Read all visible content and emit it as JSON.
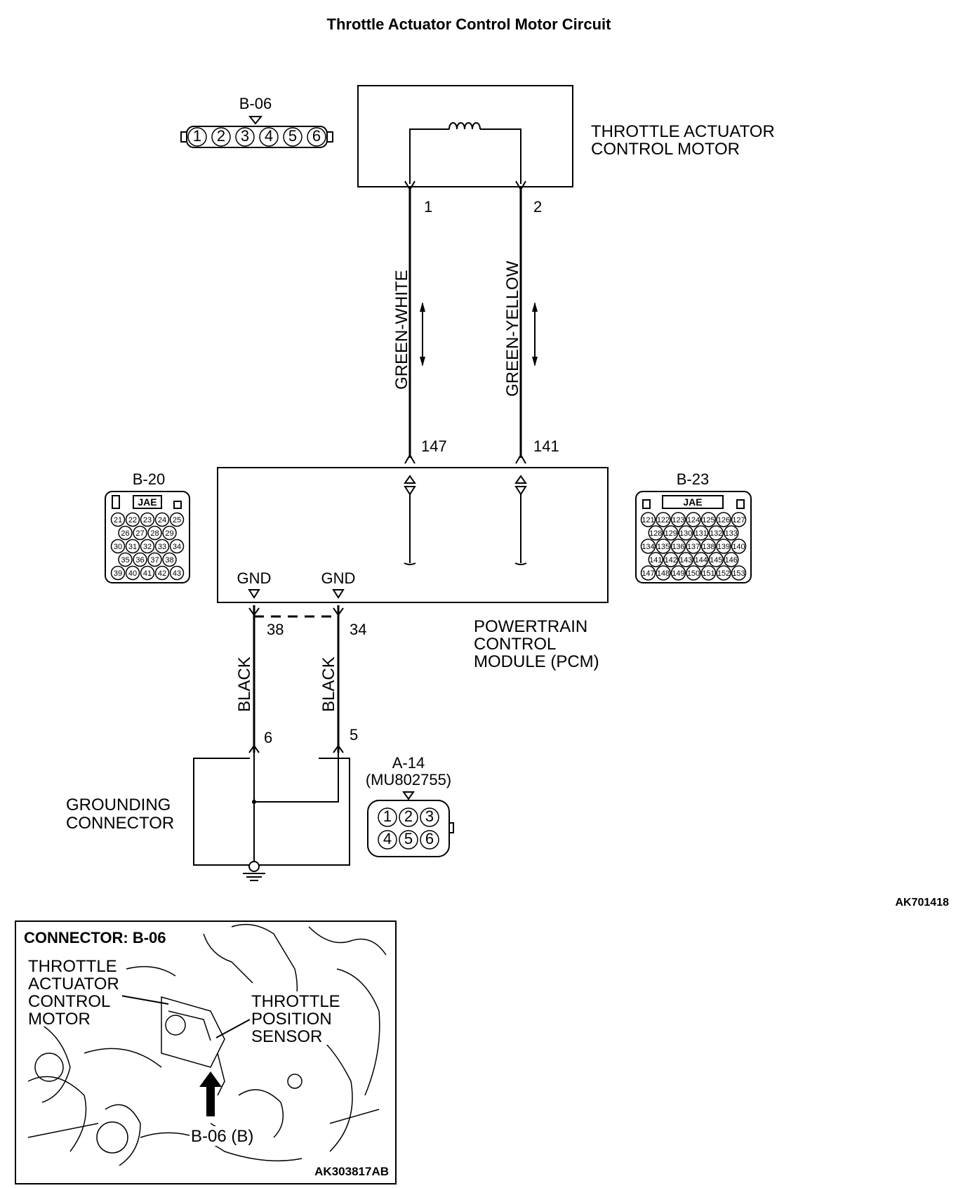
{
  "title": "Throttle Actuator Control Motor Circuit",
  "figure_id": "AK701418",
  "motor": {
    "label_line1": "THROTTLE ACTUATOR",
    "label_line2": "CONTROL MOTOR",
    "pin_left": "1",
    "pin_right": "2"
  },
  "wires": {
    "left_color": "GREEN-WHITE",
    "right_color": "GREEN-YELLOW",
    "gnd_left_color": "BLACK",
    "gnd_right_color": "BLACK"
  },
  "pcm": {
    "label_line1": "POWERTRAIN",
    "label_line2": "CONTROL",
    "label_line3": "MODULE (PCM)",
    "pin_left_signal": "147",
    "pin_right_signal": "141",
    "gnd_left_label": "GND",
    "gnd_right_label": "GND",
    "gnd_left_pin": "38",
    "gnd_right_pin": "34"
  },
  "grounding_connector": {
    "label_line1": "GROUNDING",
    "label_line2": "CONNECTOR",
    "pin_left": "6",
    "pin_right": "5"
  },
  "connectors": {
    "b06": {
      "name": "B-06",
      "pins": [
        "1",
        "2",
        "3",
        "4",
        "5",
        "6"
      ]
    },
    "b20": {
      "name": "B-20",
      "brand": "JAE",
      "rows": [
        [
          "21",
          "22",
          "23",
          "24",
          "25"
        ],
        [
          "26",
          "27",
          "28",
          "29"
        ],
        [
          "30",
          "31",
          "32",
          "33",
          "34"
        ],
        [
          "35",
          "36",
          "37",
          "38"
        ],
        [
          "39",
          "40",
          "41",
          "42",
          "43"
        ]
      ]
    },
    "b23": {
      "name": "B-23",
      "brand": "JAE",
      "rows": [
        [
          "121",
          "122",
          "123",
          "124",
          "125",
          "126",
          "127"
        ],
        [
          "128",
          "129",
          "130",
          "131",
          "132",
          "133"
        ],
        [
          "134",
          "135",
          "136",
          "137",
          "138",
          "139",
          "140"
        ],
        [
          "141",
          "142",
          "143",
          "144",
          "145",
          "146"
        ],
        [
          "147",
          "148",
          "149",
          "150",
          "151",
          "152",
          "153"
        ]
      ]
    },
    "a14": {
      "name": "A-14",
      "part": "(MU802755)",
      "rows": [
        [
          "1",
          "2",
          "3"
        ],
        [
          "4",
          "5",
          "6"
        ]
      ]
    }
  },
  "photo": {
    "heading": "CONNECTOR: B-06",
    "callout_left": [
      "THROTTLE",
      "ACTUATOR",
      "CONTROL",
      "MOTOR"
    ],
    "callout_right": [
      "THROTTLE",
      "POSITION",
      "SENSOR"
    ],
    "arrow_label": "B-06 (B)",
    "figure_id": "AK303817AB"
  }
}
